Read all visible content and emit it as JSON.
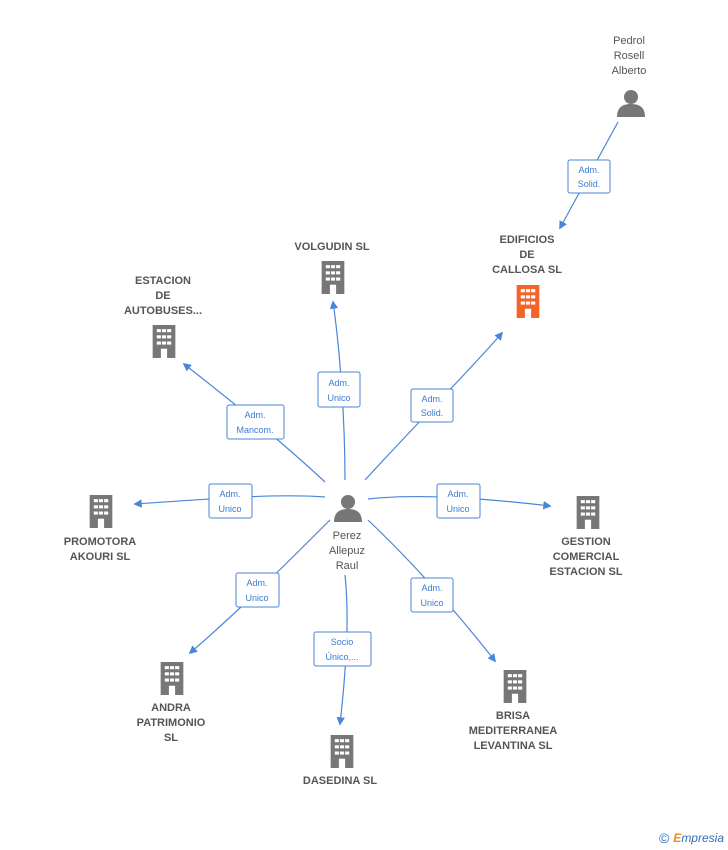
{
  "colors": {
    "edge": "#4a86d8",
    "node_icon": "#777777",
    "focus_icon": "#f4632a",
    "label": "#555555"
  },
  "nodes": {
    "center": {
      "lines": [
        "Perez",
        "Allepuz",
        "Raul"
      ],
      "icon": "person-icon"
    },
    "pedrol": {
      "lines": [
        "Pedrol",
        "Rosell",
        "Alberto"
      ],
      "icon": "person-icon"
    },
    "edificios": {
      "lines": [
        "EDIFICIOS",
        "DE",
        "CALLOSA SL"
      ],
      "icon": "building-icon"
    },
    "volgudin": {
      "lines": [
        "VOLGUDIN SL"
      ],
      "icon": "building-icon"
    },
    "estacion": {
      "lines": [
        "ESTACION",
        "DE",
        "AUTOBUSES..."
      ],
      "icon": "building-icon"
    },
    "promotora": {
      "lines": [
        "PROMOTORA",
        "AKOURI SL"
      ],
      "icon": "building-icon"
    },
    "gestion": {
      "lines": [
        "GESTION",
        "COMERCIAL",
        "ESTACION SL"
      ],
      "icon": "building-icon"
    },
    "andra": {
      "lines": [
        "ANDRA",
        "PATRIMONIO",
        "SL"
      ],
      "icon": "building-icon"
    },
    "dasedina": {
      "lines": [
        "DASEDINA SL"
      ],
      "icon": "building-icon"
    },
    "brisa": {
      "lines": [
        "BRISA",
        "MEDITERRANEA",
        "LEVANTINA SL"
      ],
      "icon": "building-icon"
    }
  },
  "edges": {
    "pedrol": [
      "Adm.",
      "Solid."
    ],
    "edificios": [
      "Adm.",
      "Solid."
    ],
    "volgudin": [
      "Adm.",
      "Unico"
    ],
    "estacion": [
      "Adm.",
      "Mancom."
    ],
    "promotora": [
      "Adm.",
      "Unico"
    ],
    "gestion": [
      "Adm.",
      "Unico"
    ],
    "andra": [
      "Adm.",
      "Unico"
    ],
    "dasedina": [
      "Socio",
      "Único,..."
    ],
    "brisa": [
      "Adm.",
      "Unico"
    ]
  },
  "footer": {
    "copyright_symbol": "©",
    "brand_initial": "E",
    "brand_rest": "mpresia"
  }
}
